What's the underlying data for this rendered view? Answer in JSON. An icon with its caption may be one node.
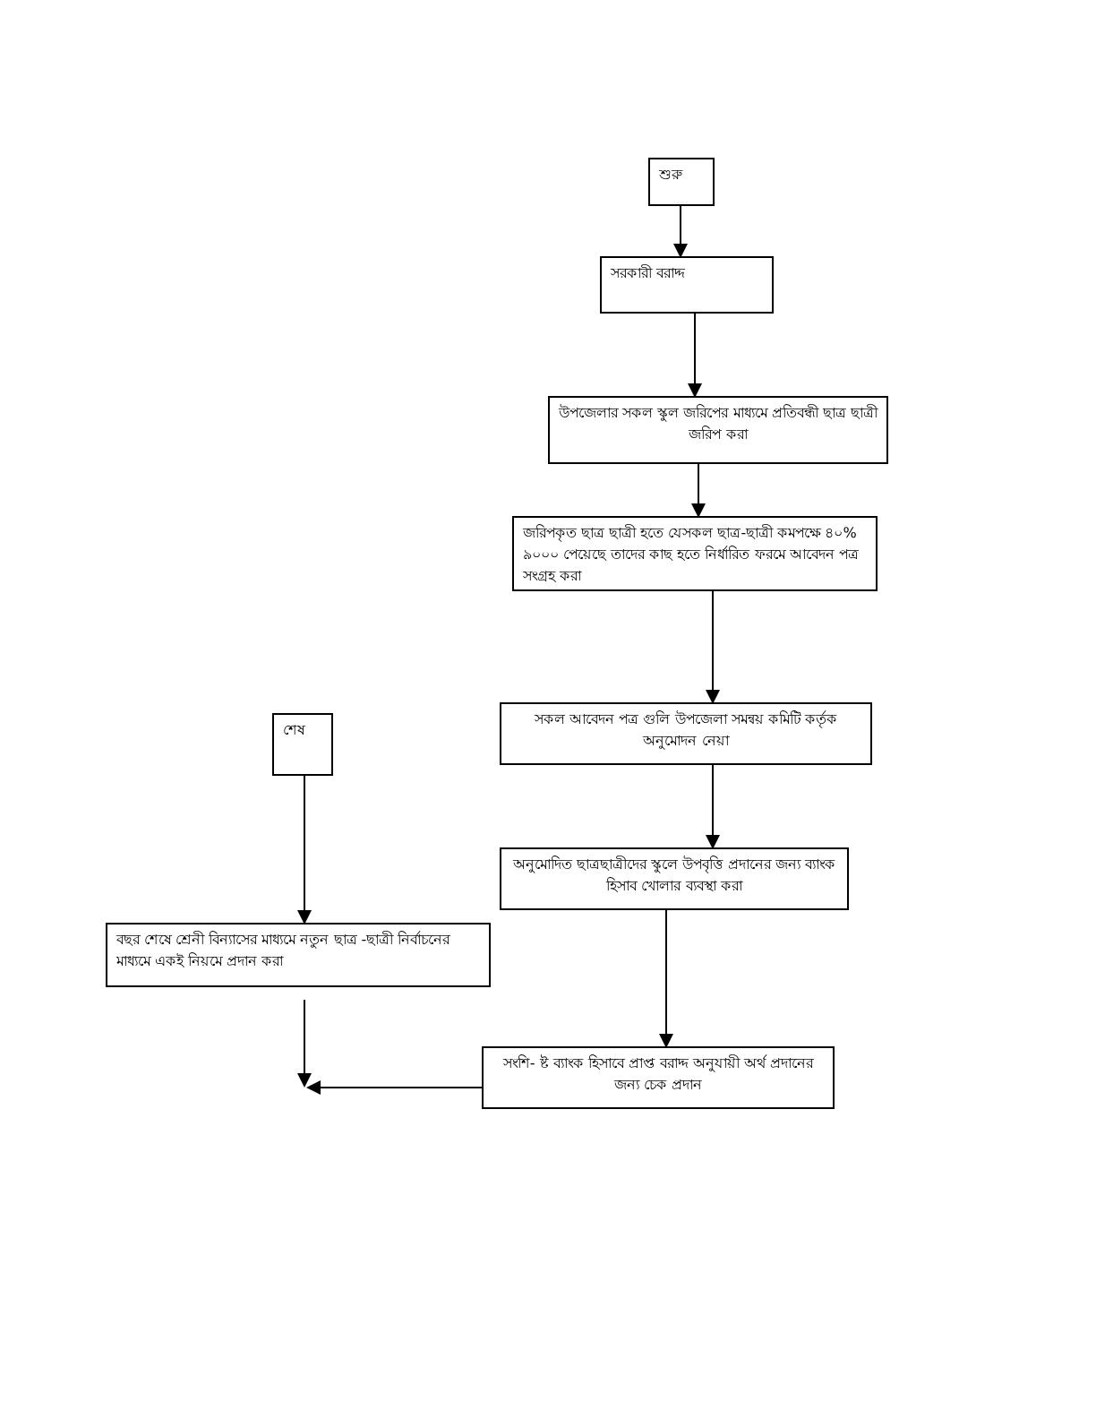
{
  "diagram": {
    "nodes": [
      {
        "text": [
          "শুরু"
        ]
      },
      {
        "text": [
          "সরকারী বরাদ্দ"
        ]
      },
      {
        "text": [
          "উপজেলার সকল স্কুল জরিপের মাধ্যমে প্রতিবন্ধী ছাত্র ছাত্রী জরিপ করা"
        ]
      },
      {
        "text": [
          "জরিপকৃত ছাত্র ছাত্রী  হতে যেসকল ছাত্র-ছাত্রী কমপক্ষে ৪০% ৯০০০ পেয়েছে তাদের কাছ হতে নির্ধারিত  ফরমে আবেদন পত্র সংগ্রহ করা"
        ]
      },
      {
        "text": [
          "সকল আবেদন পত্র গুলি উপজেলা সমন্বয় কমিটি কর্তৃক অনুমোদন নেয়া"
        ]
      },
      {
        "text": [
          "অনুমোদিত ছাত্রছাত্রীদের স্কুলে উপবৃত্তি প্রদানের জন্য ব্যাংক হিসাব খোলার ব্যবস্থা করা"
        ]
      },
      {
        "text": [
          "সংশি- ষ্ট ব্যাংক হিসাবে প্রাপ্ত বরাদ্দ অনুযায়ী অর্থ প্রদানের জন্য চেক প্রদান"
        ]
      },
      {
        "text": [
          "শেষ"
        ]
      },
      {
        "text": [
          "বছর শেষে শ্রেনী বিন্যাসের মাধ্যমে নতুন ছাত্র -ছাত্রী নির্বাচনের মাধ্যমে একই নিয়মে প্রদান করা"
        ]
      }
    ],
    "edges": [
      {
        "from": 0,
        "to": 1,
        "arrow": "to"
      },
      {
        "from": 1,
        "to": 2,
        "arrow": "to"
      },
      {
        "from": 2,
        "to": 3,
        "arrow": "to"
      },
      {
        "from": 3,
        "to": 4,
        "arrow": "to"
      },
      {
        "from": 4,
        "to": 5,
        "arrow": "to"
      },
      {
        "from": 5,
        "to": 6,
        "arrow": "to"
      },
      {
        "from": 7,
        "to": 8,
        "arrow": "to"
      },
      {
        "from": 8,
        "to": null,
        "arrow": "to"
      },
      {
        "from": 6,
        "to": null,
        "arrow": "to"
      }
    ]
  }
}
